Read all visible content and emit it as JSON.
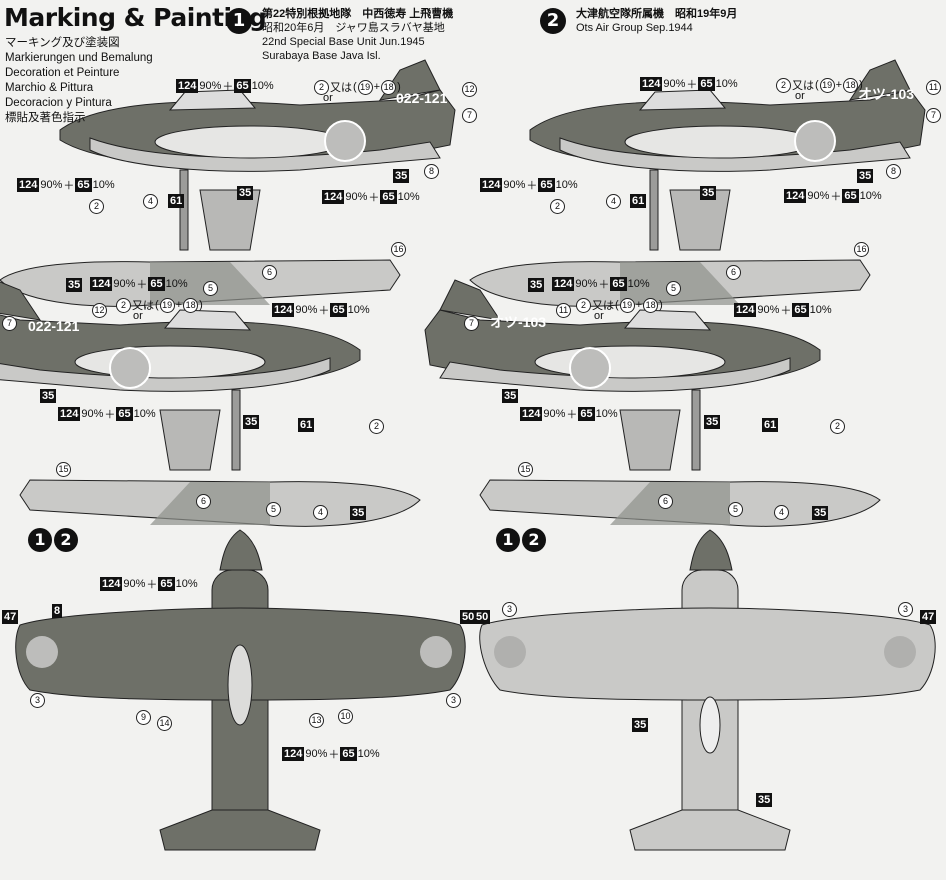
{
  "header": {
    "title": "Marking & Painting",
    "languages": [
      "マーキング及び塗装図",
      "Markierungen und Bemalung",
      "Decoration et Peinture",
      "Marchio & Pittura",
      "Decoracion y Pintura",
      "標貼及著色指示"
    ]
  },
  "schemes": [
    {
      "number": "1",
      "lines": [
        "第22特別根拠地隊　中西徳寿 上飛曹機",
        "昭和20年6月　ジャワ島スラバヤ基地",
        "22nd Special Base Unit Jun.1945",
        "Surabaya Base Java Isl."
      ],
      "tail_code": "022-121"
    },
    {
      "number": "2",
      "lines": [
        "大津航空隊所属機　昭和19年9月",
        "Ots Air Group Sep.1944"
      ],
      "tail_code": "オツ-103"
    }
  ],
  "both_label": [
    "1",
    "2"
  ],
  "colors": {
    "dark_green": "#6e7068",
    "light_gray": "#c9c9c7",
    "medium_gray": "#9c9c9a",
    "band": "#d9d9d7",
    "hinomaru_outline": "#ffffff"
  },
  "paint": {
    "c1": "124",
    "p1": "90%",
    "plus": "＋",
    "c2": "65",
    "p2": "10%"
  },
  "alt": {
    "or_jp": "又は",
    "or_en": "or",
    "alt1": "19",
    "alt2": "18"
  },
  "refs": {
    "r2": "2",
    "r3": "3",
    "r4": "4",
    "r5": "5",
    "r6": "6",
    "r7": "7",
    "r8": "8",
    "r9": "9",
    "r10": "10",
    "r11": "11",
    "r12": "12",
    "r13": "13",
    "r14": "14",
    "r15": "15",
    "r16": "16",
    "r35": "35",
    "r47": "47",
    "r50": "50",
    "r61": "61",
    "r8b": "8"
  }
}
